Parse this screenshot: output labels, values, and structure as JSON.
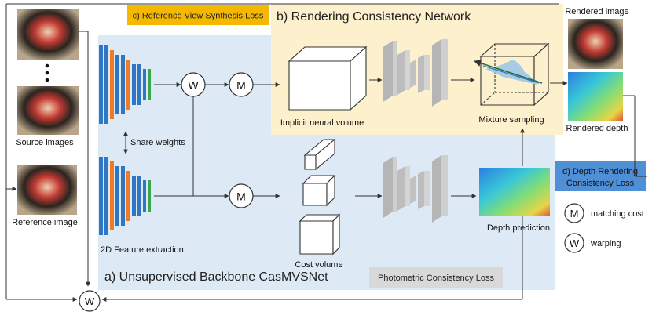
{
  "sections": {
    "backbone_title": "a) Unsupervised Backbone CasMVSNet",
    "rendering_title": "b) Rendering Consistency Network",
    "ref_view_loss": "c) Reference View Synthesis Loss",
    "depth_render_loss": [
      "d) Depth Rendering",
      "Consistency Loss"
    ],
    "photometric_loss": "Photometric Consistency Loss"
  },
  "labels": {
    "source_images": "Source images",
    "reference_image": "Reference image",
    "share_weights": "Share weights",
    "feature_extraction": "2D Feature extraction",
    "implicit_volume": "Implicit neural volume",
    "mixture_sampling": "Mixture sampling",
    "rendered_image": "Rendered image",
    "rendered_depth": "Rendered depth",
    "cost_volume": "Cost volume",
    "depth_prediction": "Depth prediction"
  },
  "legend": {
    "m_symbol": "M",
    "m_text": "matching cost",
    "w_symbol": "W",
    "w_text": "warping"
  },
  "ops": {
    "warp": "W",
    "match": "M"
  },
  "colors": {
    "backbone_bg": "#dde9f5",
    "rendering_bg": "#fdf0cc",
    "loss_c_bg": "#f5b800",
    "loss_d_bg": "#4f8fd6",
    "photometric_bg": "#d9d9d9",
    "feat_blue": "#2f76c4",
    "feat_orange": "#f07a25",
    "feat_green": "#3aa84a"
  }
}
